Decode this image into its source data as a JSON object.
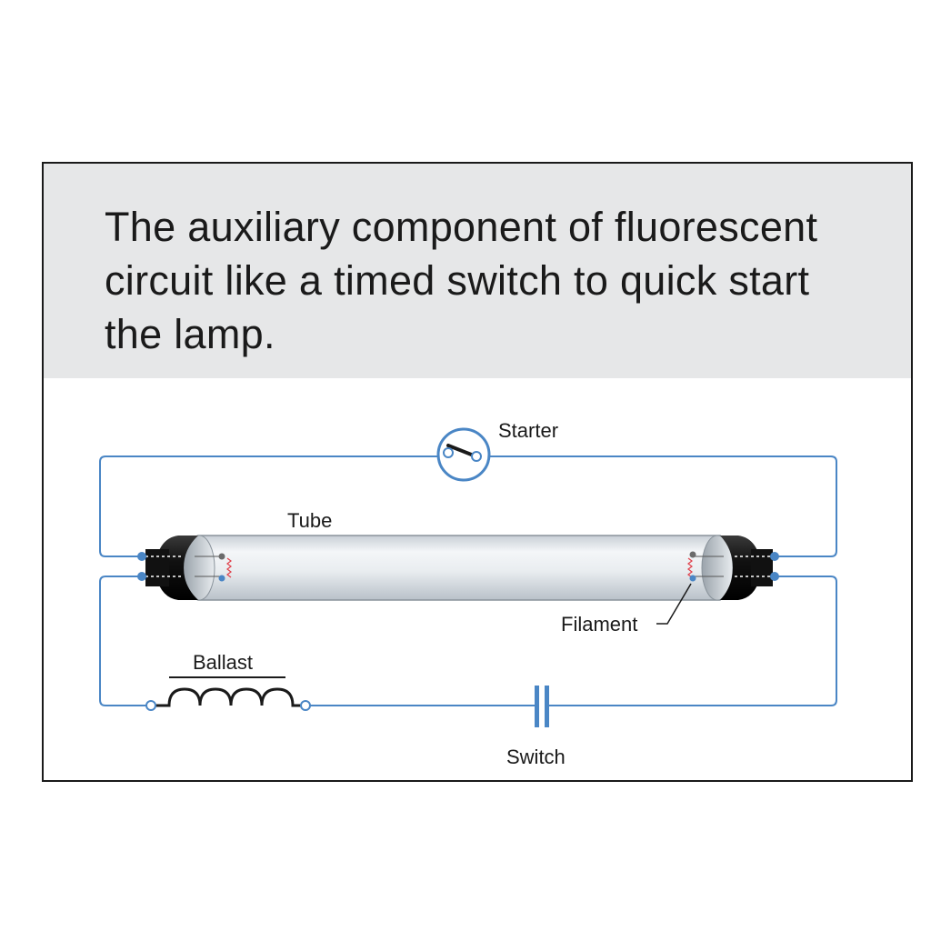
{
  "caption": "The auxiliary component of fluorescent circuit like a timed switch to quick start the lamp.",
  "labels": {
    "starter": "Starter",
    "tube": "Tube",
    "filament": "Filament",
    "ballast": "Ballast",
    "switch": "Switch"
  },
  "colors": {
    "wire": "#4a86c5",
    "banner_bg": "#e6e7e8",
    "border": "#1a1a1a",
    "filament": "#e0404a"
  }
}
